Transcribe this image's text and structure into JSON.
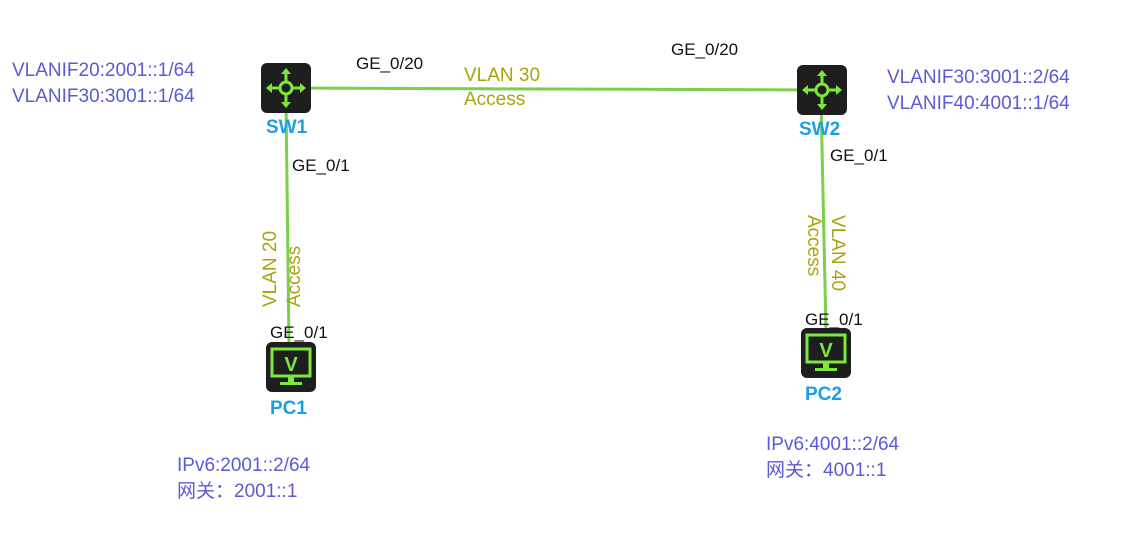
{
  "devices": {
    "sw1": {
      "name": "SW1",
      "icon": "switch-icon",
      "ip_lines": [
        "VLANIF20:2001::1/64",
        "VLANIF30:3001::1/64"
      ]
    },
    "sw2": {
      "name": "SW2",
      "icon": "switch-icon",
      "ip_lines": [
        "VLANIF30:3001::2/64",
        "VLANIF40:4001::1/64"
      ]
    },
    "pc1": {
      "name": "PC1",
      "icon": "pc-icon",
      "ip_lines": [
        "IPv6:2001::2/64",
        "网关：2001::1"
      ]
    },
    "pc2": {
      "name": "PC2",
      "icon": "pc-icon",
      "ip_lines": [
        "IPv6:4001::2/64",
        "网关：4001::1"
      ]
    }
  },
  "links": {
    "sw1_sw2": {
      "port_a": "GE_0/20",
      "port_b": "GE_0/20",
      "vlan": "VLAN 30",
      "mode": "Access"
    },
    "sw1_pc1": {
      "port_a": "GE_0/1",
      "port_b": "GE_0/1",
      "vlan": "VLAN 20",
      "mode": "Access"
    },
    "sw2_pc2": {
      "port_a": "GE_0/1",
      "port_b": "GE_0/1",
      "vlan": "VLAN 40",
      "mode": "Access"
    }
  },
  "colors": {
    "link": "#7ccf4a",
    "ip_text": "#5a5ad6",
    "vlan_text": "#a8a410",
    "device_name": "#1a9fe6",
    "icon_bg": "#1e1e1e",
    "icon_fg": "#7be83a"
  }
}
